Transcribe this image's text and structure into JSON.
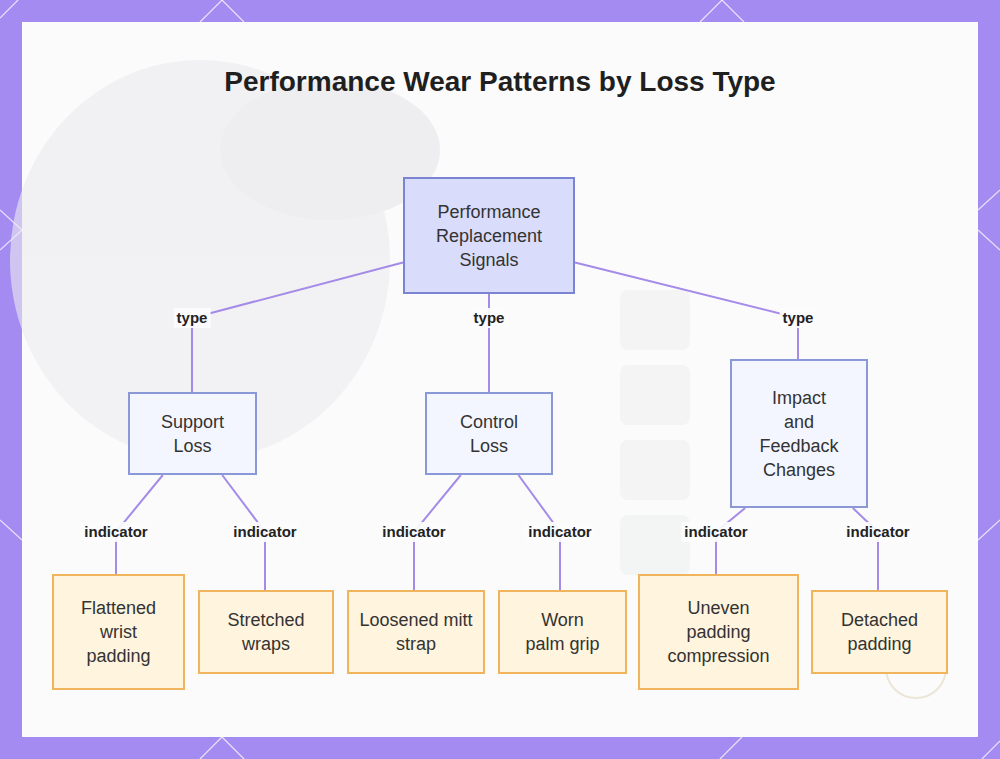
{
  "diagram": {
    "title": "Performance Wear Patterns by Loss Type",
    "nodes": [
      {
        "text": [
          "Performance Replacement Signals"
        ]
      },
      {
        "text": [
          "Support Loss"
        ]
      },
      {
        "text": [
          "Control Loss"
        ]
      },
      {
        "text": [
          "Impact and Feedback Changes"
        ]
      },
      {
        "text": [
          "Flattened wrist padding"
        ]
      },
      {
        "text": [
          "Stretched wraps"
        ]
      },
      {
        "text": [
          "Loosened mitt strap"
        ]
      },
      {
        "text": [
          "Worn palm grip"
        ]
      },
      {
        "text": [
          "Uneven padding compression"
        ]
      },
      {
        "text": [
          "Detached padding"
        ]
      }
    ],
    "edges": [
      {
        "from": 0,
        "to": 1,
        "label": "type",
        "arrow": "none"
      },
      {
        "from": 0,
        "to": 2,
        "label": "type",
        "arrow": "none"
      },
      {
        "from": 0,
        "to": 3,
        "label": "type",
        "arrow": "none"
      },
      {
        "from": 1,
        "to": 4,
        "label": "indicator",
        "arrow": "none"
      },
      {
        "from": 1,
        "to": 5,
        "label": "indicator",
        "arrow": "none"
      },
      {
        "from": 2,
        "to": 6,
        "label": "indicator",
        "arrow": "none"
      },
      {
        "from": 2,
        "to": 7,
        "label": "indicator",
        "arrow": "none"
      },
      {
        "from": 3,
        "to": 8,
        "label": "indicator",
        "arrow": "none"
      },
      {
        "from": 3,
        "to": 9,
        "label": "indicator",
        "arrow": "none"
      }
    ]
  }
}
